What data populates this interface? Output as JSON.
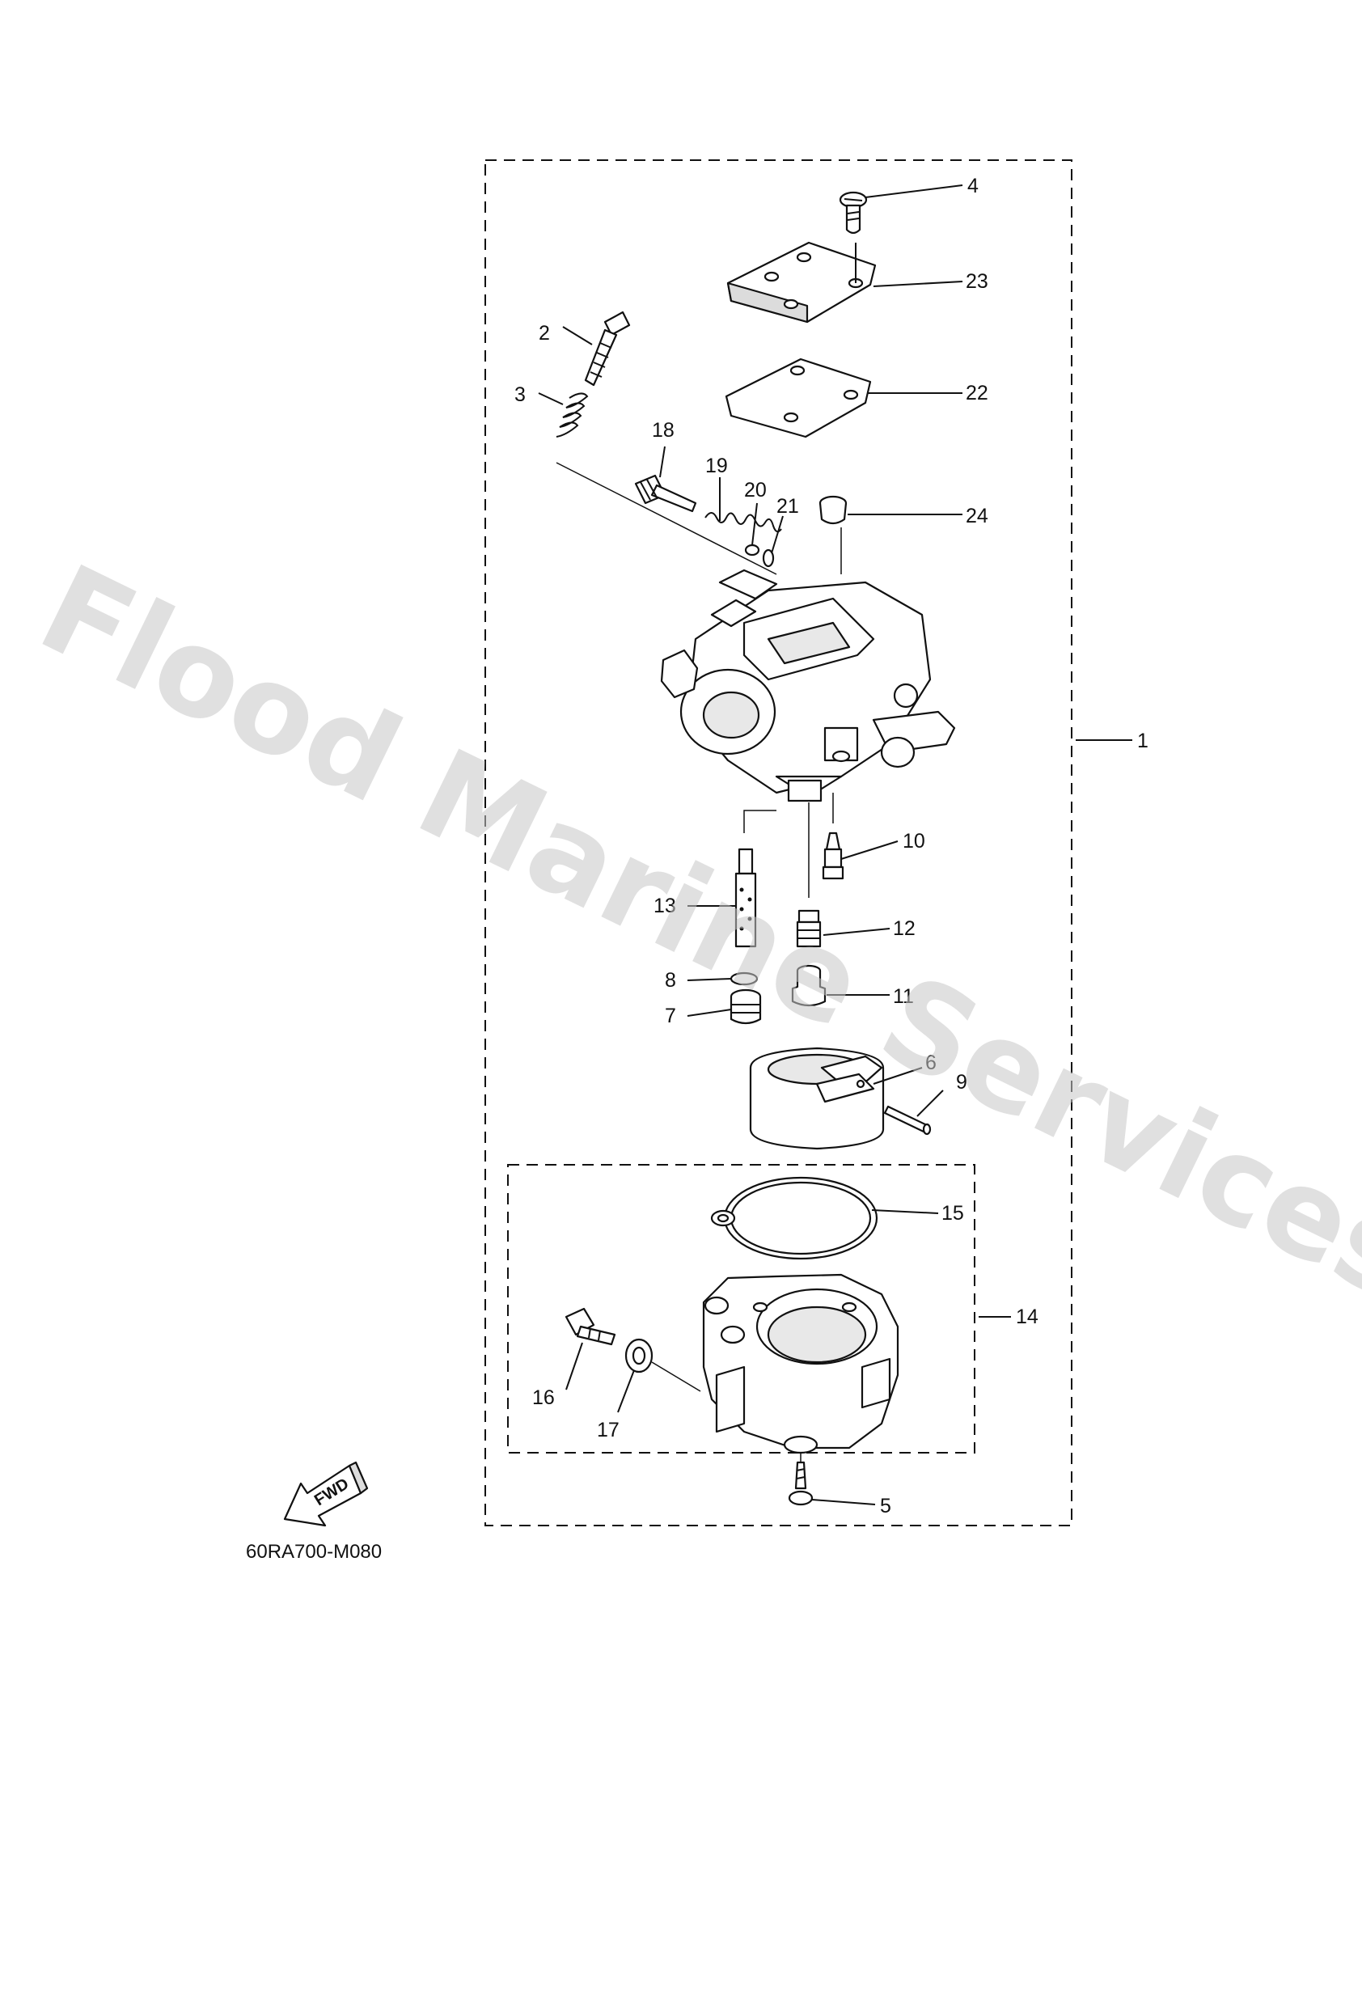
{
  "watermark": "Flood Marine Services",
  "diagram_code": "60RA700-M080",
  "fwd_label": "FWD",
  "callouts": {
    "c1": "1",
    "c2": "2",
    "c3": "3",
    "c4": "4",
    "c5": "5",
    "c6": "6",
    "c7": "7",
    "c8": "8",
    "c9": "9",
    "c10": "10",
    "c11": "11",
    "c12": "12",
    "c13": "13",
    "c14": "14",
    "c15": "15",
    "c16": "16",
    "c17": "17",
    "c18": "18",
    "c19": "19",
    "c20": "20",
    "c21": "21",
    "c22": "22",
    "c23": "23",
    "c24": "24"
  }
}
